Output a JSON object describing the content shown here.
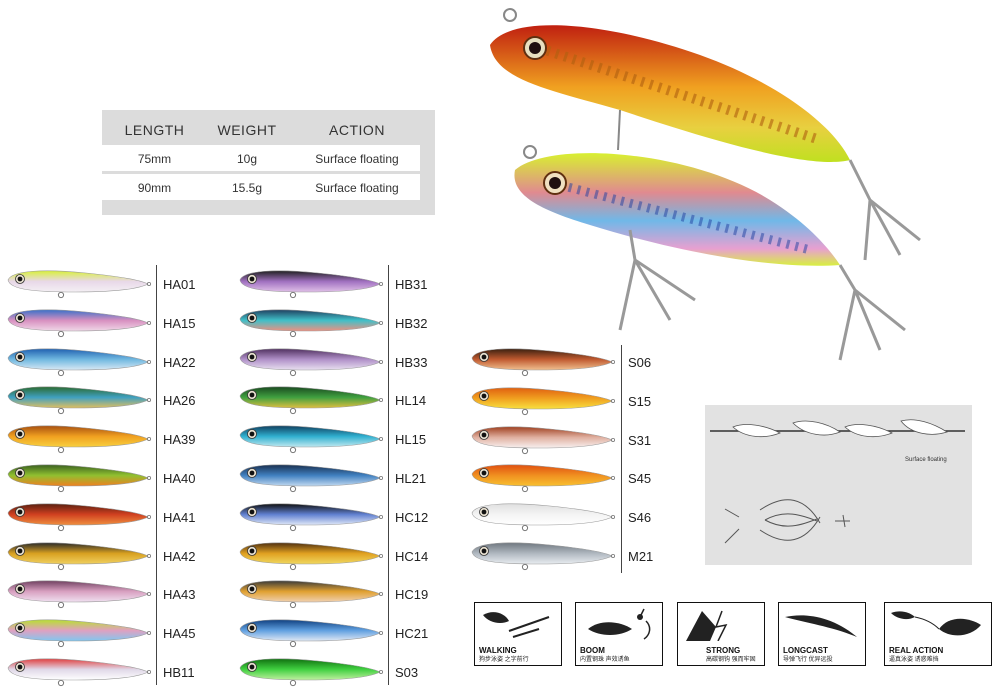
{
  "spec_table": {
    "headers": [
      "LENGTH",
      "WEIGHT",
      "ACTION"
    ],
    "rows": [
      [
        "75mm",
        "10g",
        "Surface floating"
      ],
      [
        "90mm",
        "15.5g",
        "Surface floating"
      ]
    ]
  },
  "lure_colors": {
    "column1": [
      {
        "code": "HA01",
        "top": "#d8f03a",
        "mid": "#e8d8e8",
        "belly": "#f4f0f4"
      },
      {
        "code": "HA15",
        "top": "#3a70c8",
        "mid": "#d890c0",
        "belly": "#f0d8e8"
      },
      {
        "code": "HA22",
        "top": "#2060b0",
        "mid": "#70b8e0",
        "belly": "#d8e8f4"
      },
      {
        "code": "HA26",
        "top": "#2a6a30",
        "mid": "#40a0c0",
        "belly": "#e0c060"
      },
      {
        "code": "HA39",
        "top": "#a85010",
        "mid": "#f0a020",
        "belly": "#f8d040"
      },
      {
        "code": "HA40",
        "top": "#3a6020",
        "mid": "#90c030",
        "belly": "#f08020"
      },
      {
        "code": "HA41",
        "top": "#5a2010",
        "mid": "#d04020",
        "belly": "#f09040"
      },
      {
        "code": "HA42",
        "top": "#2a2a2a",
        "mid": "#d8a020",
        "belly": "#f0d060"
      },
      {
        "code": "HA43",
        "top": "#704060",
        "mid": "#d8a0c0",
        "belly": "#f0e0f0"
      },
      {
        "code": "HA45",
        "top": "#b8e030",
        "mid": "#e0a0c0",
        "belly": "#80c8f0"
      },
      {
        "code": "HB11",
        "top": "#e04040",
        "mid": "#e0d8e8",
        "belly": "#ffffff"
      }
    ],
    "column2": [
      {
        "code": "HB31",
        "top": "#202020",
        "mid": "#a070c0",
        "belly": "#e0c0e8"
      },
      {
        "code": "HB32",
        "top": "#204060",
        "mid": "#40c0c8",
        "belly": "#f09080"
      },
      {
        "code": "HB33",
        "top": "#503060",
        "mid": "#b090c8",
        "belly": "#e8e0f0"
      },
      {
        "code": "HL14",
        "top": "#1a4a20",
        "mid": "#40a040",
        "belly": "#e0c040"
      },
      {
        "code": "HL15",
        "top": "#104060",
        "mid": "#30b0d0",
        "belly": "#c0e8f0"
      },
      {
        "code": "HL21",
        "top": "#1a3050",
        "mid": "#4080c0",
        "belly": "#c0d8f0"
      },
      {
        "code": "HC12",
        "top": "#101010",
        "mid": "#6080d0",
        "belly": "#e0e8f8"
      },
      {
        "code": "HC14",
        "top": "#503010",
        "mid": "#e0a020",
        "belly": "#f0d860"
      },
      {
        "code": "HC19",
        "top": "#3a3a3a",
        "mid": "#e0a030",
        "belly": "#f0d0b0"
      },
      {
        "code": "HC21",
        "top": "#104080",
        "mid": "#60a0e0",
        "belly": "#e0e8f4"
      },
      {
        "code": "S03",
        "top": "#107010",
        "mid": "#40d040",
        "belly": "#c0f0a0"
      }
    ],
    "column3": [
      {
        "code": "S06",
        "top": "#3a2010",
        "mid": "#c05a30",
        "belly": "#f0c090"
      },
      {
        "code": "S15",
        "top": "#e06010",
        "mid": "#f0a020",
        "belly": "#f8e040"
      },
      {
        "code": "S31",
        "top": "#a04020",
        "mid": "#e0b0a0",
        "belly": "#f8f0f0"
      },
      {
        "code": "S45",
        "top": "#e05010",
        "mid": "#f09020",
        "belly": "#f8c030"
      },
      {
        "code": "S46",
        "top": "#e0e0e0",
        "mid": "#f4f4f4",
        "belly": "#ffffff"
      },
      {
        "code": "M21",
        "top": "#707880",
        "mid": "#b0b8c0",
        "belly": "#e8ecf0"
      }
    ]
  },
  "action_diagram": {
    "label": "Surface floating"
  },
  "features": [
    {
      "title": "WALKING",
      "subtitle": "狗步泳姿 之字前行"
    },
    {
      "title": "BOOM",
      "subtitle": "内置钢珠 声效诱鱼"
    },
    {
      "title": "STRONG",
      "subtitle": "高碳钢钩 强而牢固"
    },
    {
      "title": "LONGCAST",
      "subtitle": "导弹飞行 优异远投"
    },
    {
      "title": "REAL ACTION",
      "subtitle": "逼真泳姿 诱惑难挡"
    }
  ],
  "colors": {
    "panel_bg": "#dcdcdc",
    "text": "#333333"
  }
}
